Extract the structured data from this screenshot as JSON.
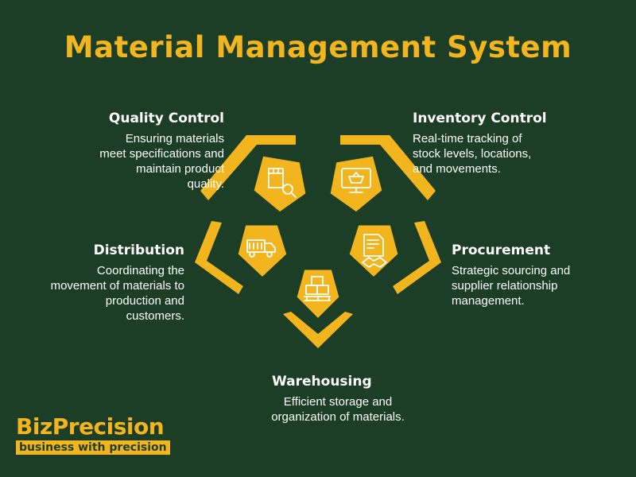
{
  "title": "Material Management System",
  "colors": {
    "background": "#1c3d26",
    "accent": "#f2b51d",
    "text": "#ffffff"
  },
  "nodes": [
    {
      "id": "quality-control",
      "heading": "Quality Control",
      "text": "Ensuring materials meet specifications and maintain product quality.",
      "icon": "box-magnifier-icon"
    },
    {
      "id": "inventory-control",
      "heading": "Inventory Control",
      "text": "Real-time tracking of stock levels, locations, and movements.",
      "icon": "monitor-basket-icon"
    },
    {
      "id": "procurement",
      "heading": "Procurement",
      "text": "Strategic sourcing and supplier relationship management.",
      "icon": "handshake-document-icon"
    },
    {
      "id": "warehousing",
      "heading": "Warehousing",
      "text": "Efficient storage and organization of materials.",
      "icon": "stacked-boxes-icon"
    },
    {
      "id": "distribution",
      "heading": "Distribution",
      "text": "Coordinating the movement of materials to production and customers.",
      "icon": "delivery-truck-icon"
    }
  ],
  "logo": {
    "name": "BizPrecision",
    "tagline": "business with precision"
  }
}
